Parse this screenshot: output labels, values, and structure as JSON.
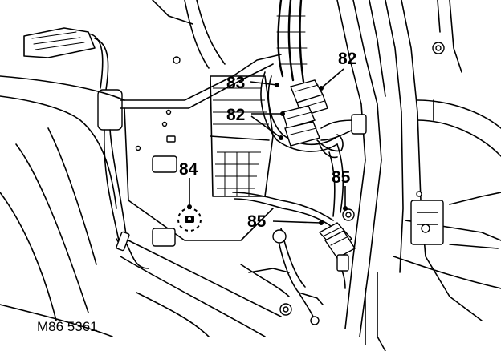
{
  "callouts": {
    "c82_top": "82",
    "c83": "83",
    "c82_mid": "82",
    "c84": "84",
    "c85_right": "85",
    "c85_mid": "85"
  },
  "figure_ref": "M86 5361"
}
